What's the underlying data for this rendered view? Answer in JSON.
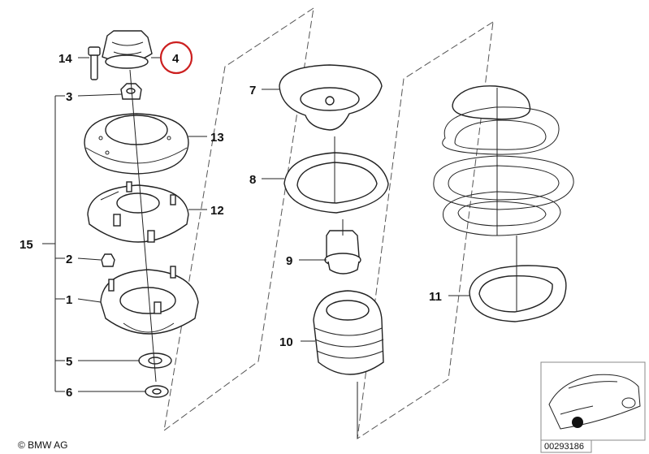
{
  "callouts": {
    "p1": "1",
    "p2": "2",
    "p3": "3",
    "p4": "4",
    "p5": "5",
    "p6": "6",
    "p7": "7",
    "p8": "8",
    "p9": "9",
    "p10": "10",
    "p11": "11",
    "p12": "12",
    "p13": "13",
    "p14": "14",
    "p15": "15"
  },
  "highlight_color": "#cc1f1f",
  "copyright": "© BMW AG",
  "diagram_code": "00293186"
}
